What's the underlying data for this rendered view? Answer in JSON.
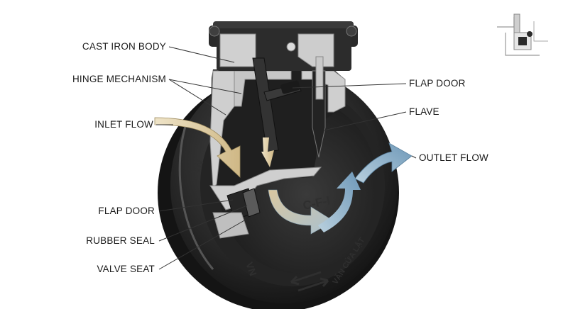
{
  "labels": {
    "cast_iron_body": "CAST IRON BODY",
    "hinge_mechanism": "HINGE MECHANISM",
    "inlet_flow": "INLET FLOW",
    "flap_door_left": "FLAP DOOR",
    "rubber_seal": "RUBBER SEAL",
    "valve_seat": "VALVE SEAT",
    "flap_door_right": "FLAP DOOR",
    "flave": "FLAVE",
    "outlet_flow": "OUTLET FLOW"
  },
  "castings": {
    "vn_left": "VN",
    "vn_bottom": "VN",
    "center_mark": "C-F-I",
    "rim_text": "VĂN CỬA LẬT"
  },
  "colors": {
    "iron": "#2b2b2b",
    "iron_dark": "#161616",
    "cut_face": "#c9c9c9",
    "inlet_arrow": "#dcc9a0",
    "outlet_arrow": "#8fb3cc",
    "leader": "#333333"
  }
}
